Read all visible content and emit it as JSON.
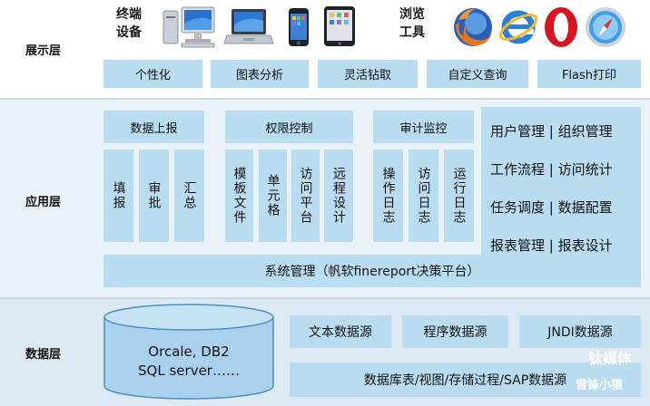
{
  "layers": {
    "presentation": "展示层",
    "application": "应用层",
    "data": "数据层"
  },
  "presentation": {
    "terminal_label_line1": "终端",
    "terminal_label_line2": "设备",
    "browser_label_line1": "浏览",
    "browser_label_line2": "工具",
    "devices": [
      "desktop-computer-icon",
      "laptop-icon",
      "smartphone-icon",
      "tablet-icon"
    ],
    "browsers": [
      "firefox-icon",
      "internet-explorer-icon",
      "opera-icon",
      "safari-icon"
    ],
    "features": [
      "个性化",
      "图表分析",
      "灵活钻取",
      "自定义查询",
      "Flash打印"
    ]
  },
  "application": {
    "groups": [
      {
        "title": "数据上报",
        "items": [
          "填报",
          "审批",
          "汇总"
        ]
      },
      {
        "title": "权限控制",
        "items": [
          "模板文件",
          "单元格",
          "访问平台",
          "远程设计"
        ]
      },
      {
        "title": "审计监控",
        "items": [
          "操作日志",
          "访问日志",
          "运行日志"
        ]
      }
    ],
    "right_list": [
      "用户管理 | 组织管理",
      "工作流程 | 访问统计",
      "任务调度 | 数据配置",
      "报表管理 | 报表设计"
    ],
    "system_bar": "系统管理（帆软finereport决策平台）"
  },
  "data": {
    "database_line1": "Orcale, DB2",
    "database_line2": "SQL server……",
    "sources": [
      "文本数据源",
      "程序数据源",
      "JNDI数据源"
    ],
    "bottom_bar": "数据库表/视图/存储过程/SAP数据源"
  },
  "watermark": {
    "line1": "钛媒体",
    "line2": "雷锋小猿"
  },
  "colors": {
    "box": "#b9dcf0",
    "app_band": "#e9f2f8",
    "data_band": "#dce9f3",
    "cylinder": "#a9d0ec"
  }
}
